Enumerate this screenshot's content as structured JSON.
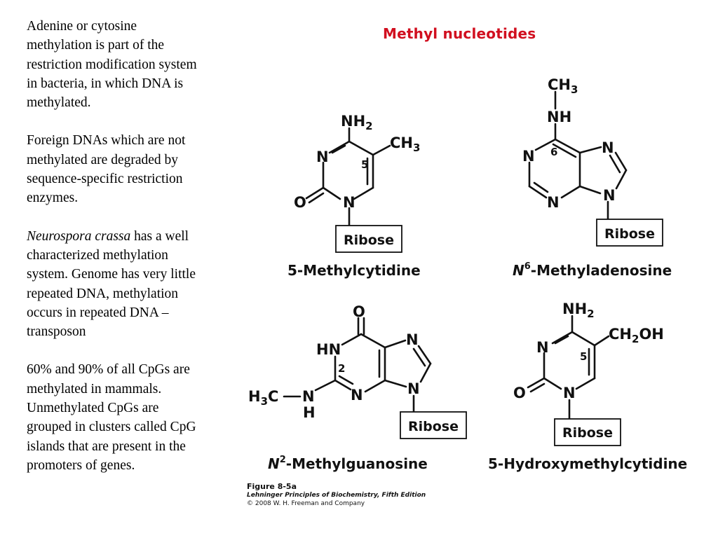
{
  "title": "Methyl nucleotides",
  "paragraphs": {
    "p1": "Adenine or cytosine methylation is part of the restriction modification system in bacteria, in which DNA is methylated.",
    "p2": "Foreign DNAs which are not methylated are degraded by sequence-specific restriction enzymes.",
    "p3_italic": "Neurospora crassa",
    "p3_rest": " has a well characterized methylation system. Genome has very little repeated DNA, methylation occurs in repeated DNA –transposon",
    "p4": "60% and 90% of all CpGs are methylated in mammals. Unmethylated CpGs are grouped in clusters called CpG islands that are present in the promoters of genes."
  },
  "molecules": {
    "m5c": {
      "name": "5-Methylcytidine",
      "atoms": {
        "nh2": "NH",
        "nh2_sub": "2",
        "n3": "N",
        "o": "O",
        "n1": "N",
        "ch3": "CH",
        "ch3_sub": "3",
        "pos": "5"
      },
      "ribose": "Ribose"
    },
    "m6a": {
      "name_prefix": "N",
      "name_sup": "6",
      "name_rest": "-Methyladenosine",
      "atoms": {
        "ch3": "CH",
        "ch3_sub": "3",
        "nh": "NH",
        "n1": "N",
        "n3": "N",
        "n7": "N",
        "n9": "N",
        "pos": "6"
      },
      "ribose": "Ribose"
    },
    "m2g": {
      "name_prefix": "N",
      "name_sup": "2",
      "name_rest": "-Methylguanosine",
      "atoms": {
        "o": "O",
        "hn": "HN",
        "n3": "N",
        "n7": "N",
        "n9": "N",
        "h3c": "H",
        "h3c_sub": "3",
        "h3c_c": "C",
        "n": "N",
        "h": "H",
        "pos": "2"
      },
      "ribose": "Ribose"
    },
    "hm5c": {
      "name": "5-Hydroxymethylcytidine",
      "atoms": {
        "nh2": "NH",
        "nh2_sub": "2",
        "n3": "N",
        "o": "O",
        "n1": "N",
        "ch2oh_a": "CH",
        "ch2oh_sub": "2",
        "ch2oh_b": "OH",
        "pos": "5"
      },
      "ribose": "Ribose"
    }
  },
  "figure": {
    "number": "Figure 8-5a",
    "source": "Lehninger Principles of Biochemistry, Fifth Edition",
    "copyright": "© 2008 W. H. Freeman and Company"
  }
}
